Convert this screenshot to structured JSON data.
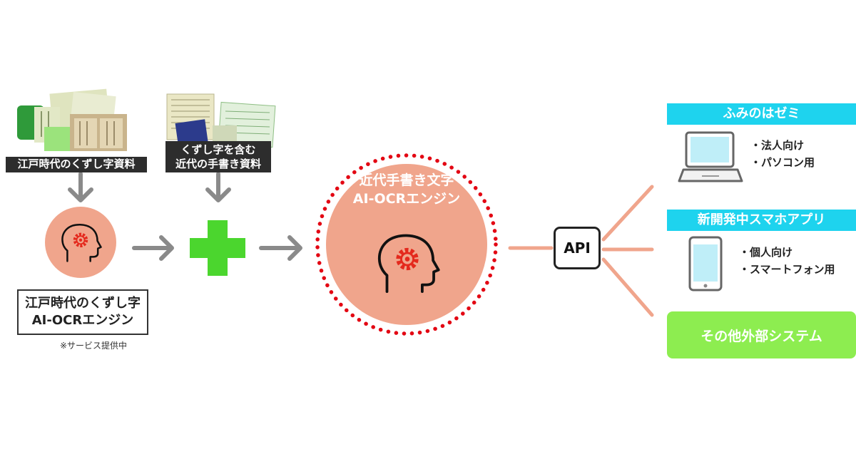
{
  "sources": {
    "edo_label": "江戸時代のくずし字資料",
    "modern_label_line1": "くずし字を含む",
    "modern_label_line2": "近代の手書き資料"
  },
  "edo_engine": {
    "line1": "江戸時代のくずし字",
    "line2": "AI-OCRエンジン",
    "note": "※サービス提供中"
  },
  "modern_engine": {
    "line1": "近代手書き文字",
    "line2": "AI-OCRエンジン"
  },
  "api": {
    "label": "API"
  },
  "outputs": {
    "fumino": {
      "title": "ふみのはゼミ",
      "bullet1": "・法人向け",
      "bullet2": "・パソコン用"
    },
    "smartphone": {
      "title": "新開発中スマホアプリ",
      "bullet1": "・個人向け",
      "bullet2": "・スマートフォン用"
    },
    "other": {
      "title": "その他外部システム"
    }
  },
  "colors": {
    "salmon": "#f0a58c",
    "red_dots": "#e30613",
    "green_plus": "#4bd62e",
    "cyan_header": "#1ed3ee",
    "light_green_box": "#8ded50",
    "arrow_gray": "#8a8a8a",
    "gear_red": "#e4291d"
  },
  "icons": [
    "head-gear-icon",
    "plus-icon",
    "laptop-icon",
    "smartphone-icon",
    "document-stack-icon"
  ]
}
